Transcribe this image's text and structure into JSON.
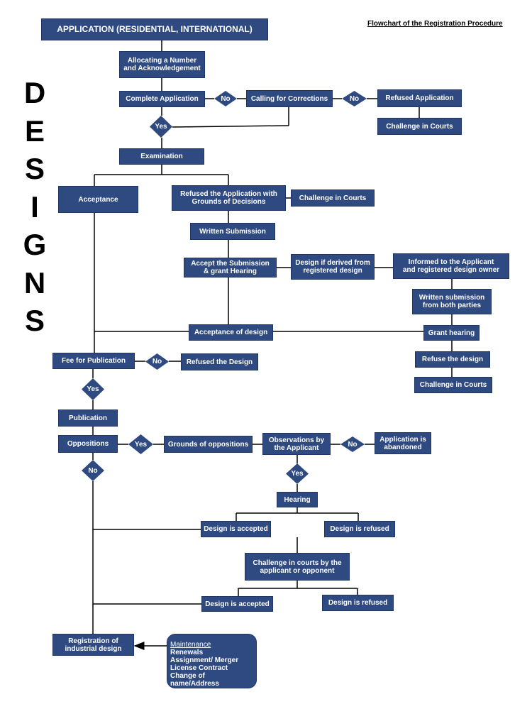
{
  "header": {
    "page_title": "Flowchart of the Registration Procedure",
    "side_title": [
      "D",
      "E",
      "S",
      "I",
      "G",
      "N",
      "S"
    ]
  },
  "colors": {
    "box_fill": "#2e4a80",
    "box_text": "#ffffff",
    "line": "#000000"
  },
  "boxes": {
    "application": "APPLICATION (RESIDENTIAL, INTERNATIONAL)",
    "allocating": "Allocating a Number\nand Acknowledgement",
    "complete_application": "Complete Application",
    "calling_for_corrections": "Calling for Corrections",
    "refused_application": "Refused Application",
    "challenge_courts_1": "Challenge in Courts",
    "examination": "Examination",
    "acceptance": "Acceptance",
    "refused_with_grounds": "Refused the Application with\nGrounds of Decisions",
    "challenge_courts_2": "Challenge in Courts",
    "written_submission": "Written Submission",
    "accept_submission": "Accept the Submission\n& grant Hearing",
    "design_derived": "Design if derived from\nregistered design",
    "informed_applicant": "Informed to the Applicant\nand registered design owner",
    "written_both": "Written submission\nfrom both parties",
    "acceptance_of_design": "Acceptance of design",
    "grant_hearing": "Grant hearing",
    "fee_publication": "Fee for Publication",
    "refused_design": "Refused the Design",
    "refuse_the_design": "Refuse the design",
    "challenge_courts_3": "Challenge in Courts",
    "publication": "Publication",
    "oppositions": "Oppositions",
    "grounds_oppositions": "Grounds of oppositions",
    "observations": "Observations by\nthe Applicant",
    "application_abandoned": "Application is\nabandoned",
    "hearing": "Hearing",
    "design_accepted_1": "Design is accepted",
    "design_refused_1": "Design is refused",
    "challenge_by_applicant": "Challenge in courts by the\napplicant or opponent",
    "design_accepted_2": "Design is accepted",
    "design_refused_2": "Design is refused",
    "registration": "Registration of\nindustrial design"
  },
  "maintenance": {
    "header": "Maintenance",
    "items": [
      "Renewals",
      "Assignment/ Merger",
      "License Contract",
      "Change of name/Address"
    ]
  },
  "decisions": {
    "d1": "No",
    "d2": "No",
    "d3": "Yes",
    "d4": "No",
    "d5": "Yes",
    "d6": "Yes",
    "d7": "No",
    "d8": "No",
    "d9": "Yes"
  }
}
